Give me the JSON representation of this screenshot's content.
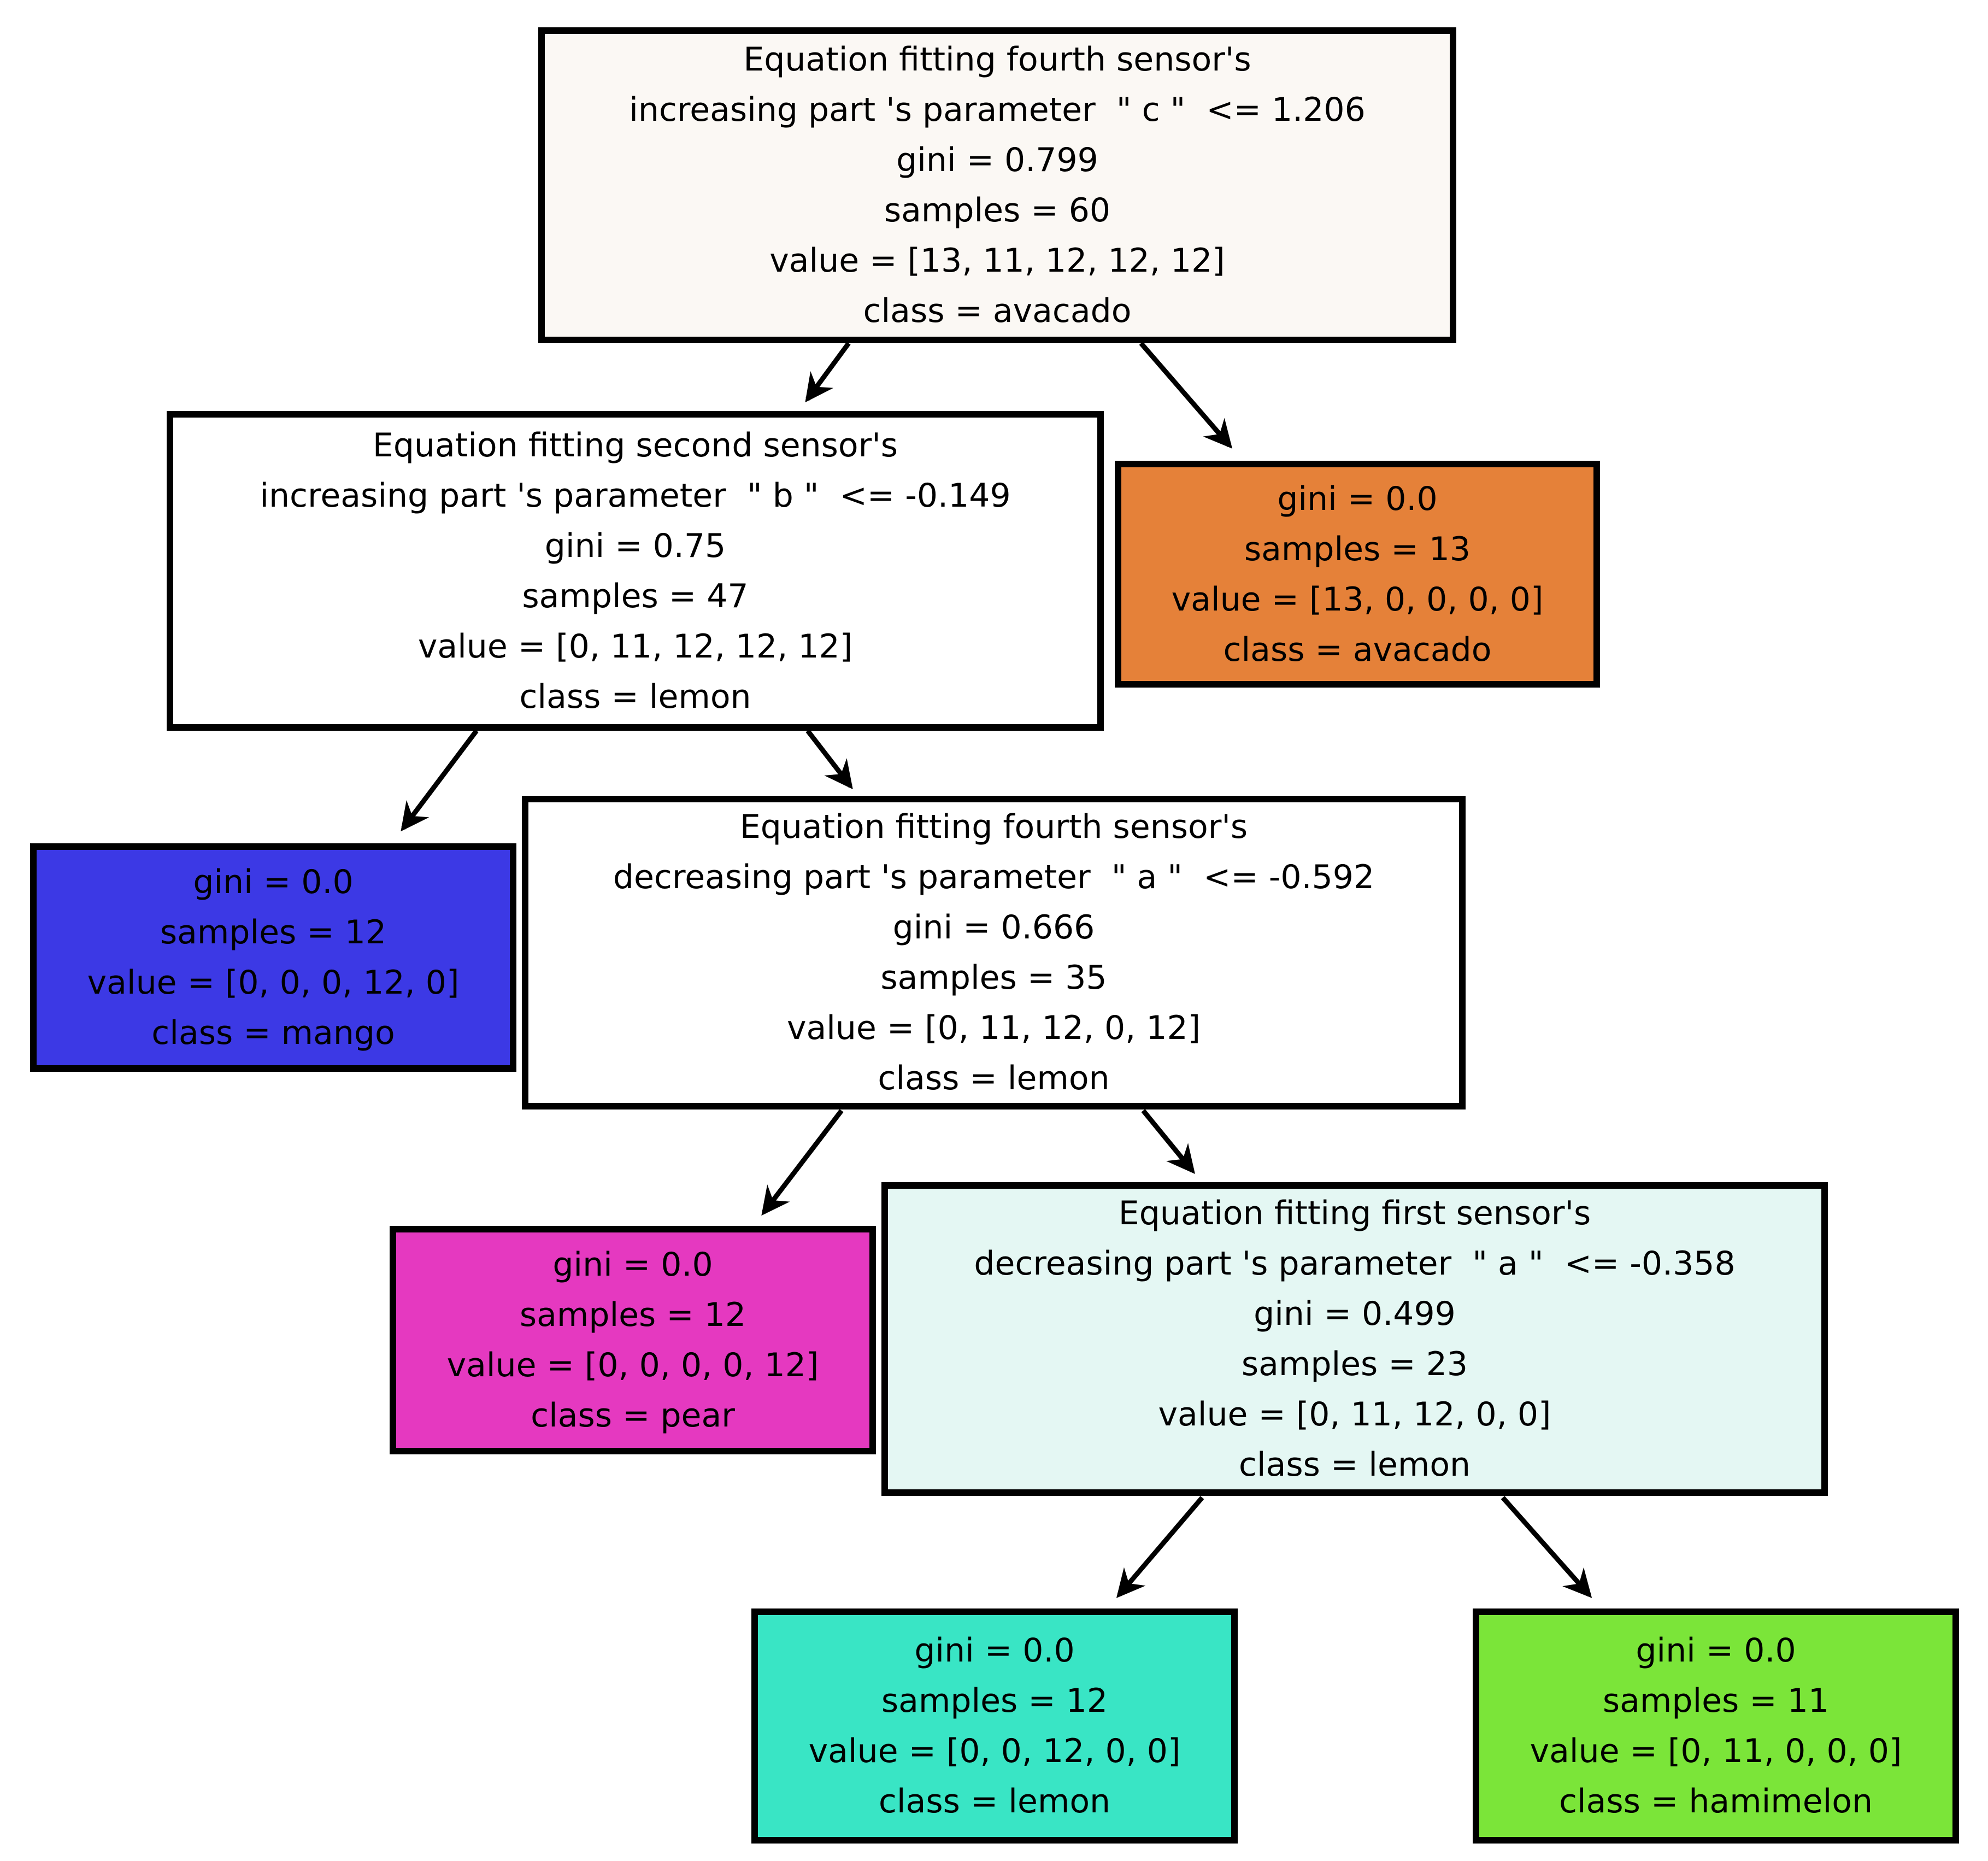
{
  "figure": {
    "kind": "decision-tree",
    "border_color": "#000000",
    "background": "#ffffff"
  },
  "nodes": [
    {
      "id": "root",
      "bg": "#fbf8f4",
      "lines": [
        "Equation fitting fourth sensor's",
        "increasing part 's parameter  \" c \"  <= 1.206",
        "gini = 0.799",
        "samples = 60",
        "value = [13, 11, 12, 12, 12]",
        "class = avacado"
      ]
    },
    {
      "id": "node-second-sensor-b",
      "bg": "#ffffff",
      "lines": [
        "Equation fitting second sensor's",
        "increasing part 's parameter  \" b \"  <= -0.149",
        "gini = 0.75",
        "samples = 47",
        "value = [0, 11, 12, 12, 12]",
        "class = lemon"
      ]
    },
    {
      "id": "leaf-avacado",
      "bg": "#e58139",
      "lines": [
        "gini = 0.0",
        "samples = 13",
        "value = [13, 0, 0, 0, 0]",
        "class = avacado"
      ]
    },
    {
      "id": "leaf-mango",
      "bg": "#3c39e5",
      "lines": [
        "gini = 0.0",
        "samples = 12",
        "value = [0, 0, 0, 12, 0]",
        "class = mango"
      ]
    },
    {
      "id": "node-fourth-sensor-a",
      "bg": "#ffffff",
      "lines": [
        "Equation fitting fourth sensor's",
        "decreasing part 's parameter  \" a \"  <= -0.592",
        "gini = 0.666",
        "samples = 35",
        "value = [0, 11, 12, 0, 12]",
        "class = lemon"
      ]
    },
    {
      "id": "leaf-pear",
      "bg": "#e539c0",
      "lines": [
        "gini = 0.0",
        "samples = 12",
        "value = [0, 0, 0, 0, 12]",
        "class = pear"
      ]
    },
    {
      "id": "node-first-sensor-a",
      "bg": "#e4f7f3",
      "lines": [
        "Equation fitting first sensor's",
        "decreasing part 's parameter  \" a \"  <= -0.358",
        "gini = 0.499",
        "samples = 23",
        "value = [0, 11, 12, 0, 0]",
        "class = lemon"
      ]
    },
    {
      "id": "leaf-lemon",
      "bg": "#39e5c5",
      "lines": [
        "gini = 0.0",
        "samples = 12",
        "value = [0, 0, 12, 0, 0]",
        "class = lemon"
      ]
    },
    {
      "id": "leaf-hamimelon",
      "bg": "#7be539",
      "lines": [
        "gini = 0.0",
        "samples = 11",
        "value = [0, 11, 0, 0, 0]",
        "class = hamimelon"
      ]
    }
  ]
}
